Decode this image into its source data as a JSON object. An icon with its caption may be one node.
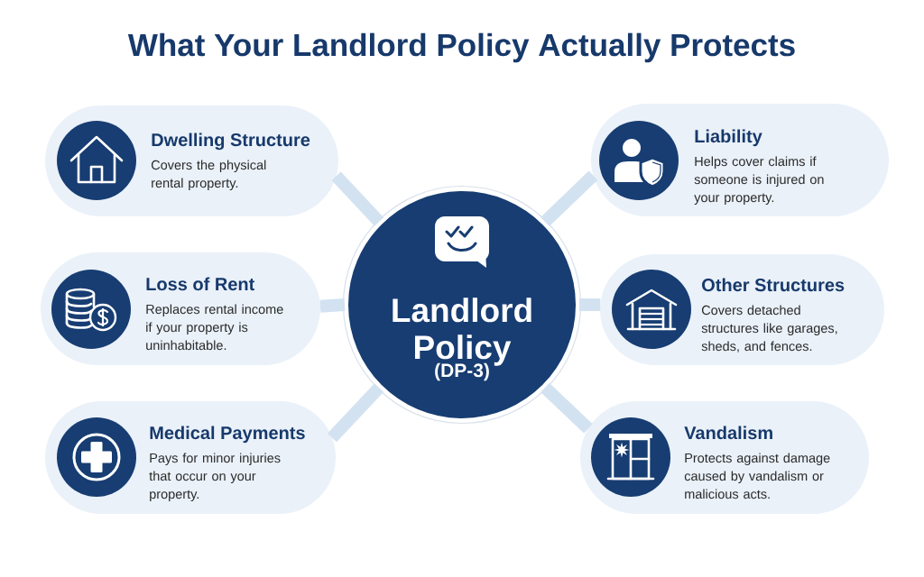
{
  "diagram": {
    "title": "What Your Landlord Policy Actually Protects",
    "nodes": [
      {
        "text": [
          "Dwelling Structure",
          "Covers the physical rental property."
        ]
      },
      {
        "text": [
          "Liability",
          "Helps cover claims if someone is injured on your property."
        ]
      },
      {
        "text": [
          "Loss of Rent",
          "Replaces rental income if your property is uninhabitable."
        ]
      },
      {
        "text": [
          "Landlord Policy",
          "(DP-3)"
        ]
      },
      {
        "text": [
          "Other Structures",
          "Covers detached structures like garages, sheds, and fences."
        ]
      },
      {
        "text": [
          "Medical Payments",
          "Pays for minor injuries that occur on your property."
        ]
      },
      {
        "text": [
          "Vandalism",
          "Protects against damage caused by vandalism or malicious acts."
        ]
      }
    ],
    "edges": [
      {
        "from": 3,
        "to": 0,
        "arrow": "none"
      },
      {
        "from": 3,
        "to": 1,
        "arrow": "none"
      },
      {
        "from": 3,
        "to": 2,
        "arrow": "none"
      },
      {
        "from": 3,
        "to": 4,
        "arrow": "none"
      },
      {
        "from": 3,
        "to": 5,
        "arrow": "none"
      },
      {
        "from": 3,
        "to": 6,
        "arrow": "none"
      }
    ]
  }
}
